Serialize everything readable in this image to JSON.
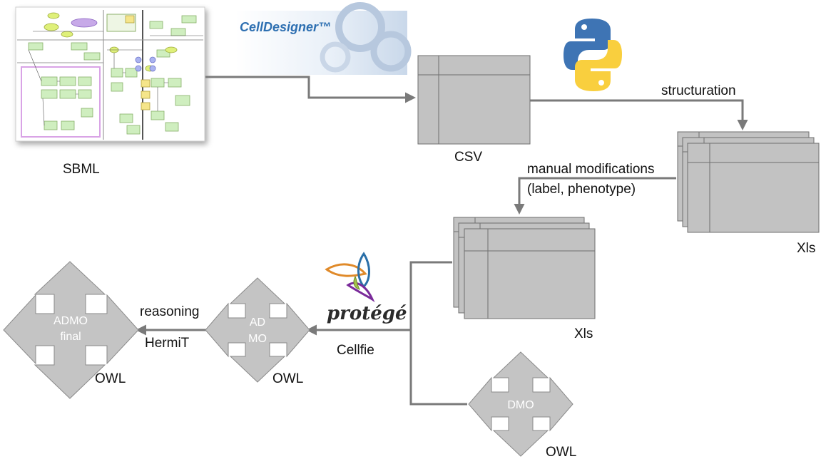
{
  "colors": {
    "arrow": "#7a7a7a",
    "shape_fill": "#c4c4c4",
    "shape_stroke": "#7a7a7a",
    "table_fill": "#c2c2c2",
    "python_blue": "#3e74b4",
    "python_yellow": "#f9cf3e"
  },
  "icons": {
    "sbml": "sbml-network-screenshot",
    "celldesigner": "celldesigner-logo",
    "python": "python-logo",
    "protege": "protege-logo"
  },
  "labels": {
    "sbml": "SBML",
    "celldesigner_logo": "CellDesigner™",
    "csv": "CSV",
    "structuration": "structuration",
    "xls_top": "Xls",
    "manual_mod_line1": "manual modifications",
    "manual_mod_line2": "(label, phenotype)",
    "xls_mid": "Xls",
    "protege_logo": "protégé",
    "cellfie": "Cellfie",
    "reasoning": "reasoning",
    "hermit": "HermiT",
    "owl_admo": "OWL",
    "owl_admo_final": "OWL",
    "owl_dmo": "OWL"
  },
  "shapes": {
    "admo_final_line1": "ADMO",
    "admo_final_line2": "final",
    "admo_line1": "AD",
    "admo_line2": "MO",
    "dmo": "DMO"
  }
}
